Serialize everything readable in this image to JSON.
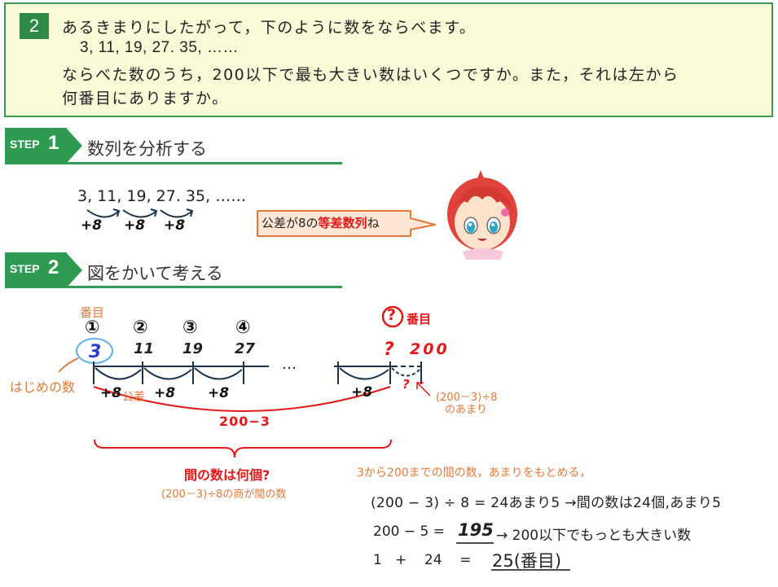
{
  "problem": {
    "number": "2",
    "line1": "あるきまりにしたがって，下のように数をならべます。",
    "sequence": "3, 11, 19, 27. 35, ……",
    "line3": "ならべた数のうち，200以下で最も大きい数はいくつですか。また，それは左から",
    "line4": "何番目にありますか。"
  },
  "step1": {
    "word": "STEP",
    "num": "1",
    "title": "数列を分析する",
    "sequence": "3,  11,  19,  27.  35, ……",
    "diffs": [
      "+8",
      "+8",
      "+8"
    ],
    "bubble_pre": "公差が8の",
    "bubble_emph": "等差数列",
    "bubble_post": "ね"
  },
  "step2": {
    "word": "STEP",
    "num": "2",
    "title": "図をかいて考える",
    "label_bango": "番目",
    "positions": [
      "①",
      "②",
      "③",
      "④"
    ],
    "values": [
      "3",
      "11",
      "19",
      "27"
    ],
    "ellipsis": "…",
    "q_circle": "?",
    "q_bango": "番目",
    "q_mark": "?",
    "v200": "200",
    "plus_labels": [
      "+8",
      "+8",
      "+8",
      "+8"
    ],
    "kousa": "公差",
    "hajime": "はじめの数",
    "q_small": "?",
    "amari_note1": "(200－3)÷8",
    "amari_note2": "のあまり",
    "diff_label": "200−3",
    "question_count": "間の数は何個?",
    "quotient_note": "(200－3)÷8の商が間の数",
    "calc_intro": "3から200までの間の数，あまりをもとめる，",
    "calc1": "(200 − 3) ÷ 8 = 24あまり5 →間の数は24個,あまり5",
    "calc2_left": "200 − 5 =",
    "calc2_answer": "195",
    "calc2_right": "→  200以下でもっとも大きい数",
    "calc3_left": "1   +    24    =",
    "calc3_answer": "25(番目)"
  },
  "colors": {
    "green": "#2f9a52",
    "problem_bg": "#fafad8",
    "orange": "#e07a3a",
    "red": "#e01818",
    "blue": "#2a3fd0"
  }
}
